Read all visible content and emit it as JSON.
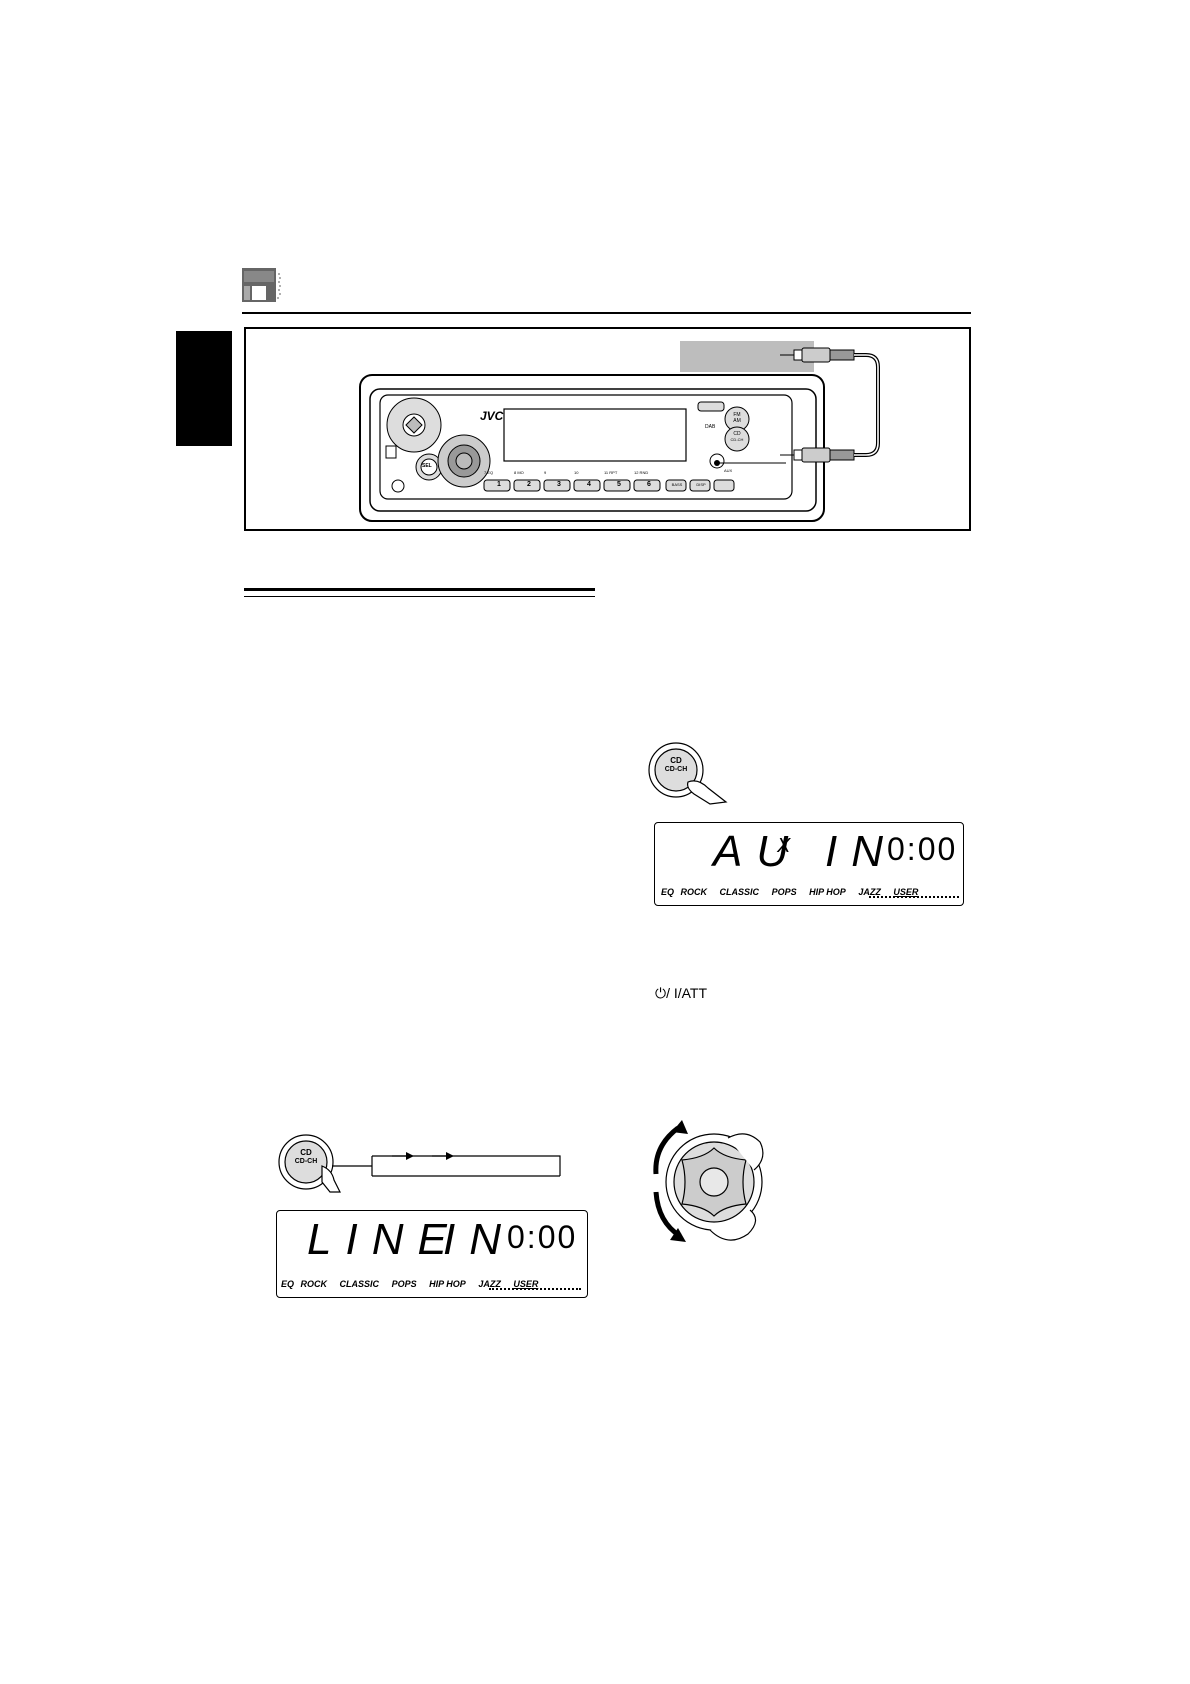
{
  "unit": {
    "brand": "JVC",
    "buttons": {
      "fm_am": "FM\nAM",
      "dab": "DAB",
      "cd": "CD",
      "cd_ch": "CD-CH",
      "sel": "SEL",
      "bass": "BASS",
      "disp": "DISP",
      "aux": "AUX"
    },
    "preset_labels": [
      "7 EQ",
      "8 MO",
      "9",
      "10",
      "11 RPT",
      "12 RND"
    ],
    "preset_numbers": [
      "1",
      "2",
      "3",
      "4",
      "5",
      "6"
    ]
  },
  "displays": {
    "aux": {
      "source": "AU",
      "source_x": "X",
      "input": "IN",
      "counter": "0:00"
    },
    "line": {
      "source": "LINE",
      "input": "IN",
      "counter": "0:00"
    }
  },
  "eq": {
    "badge": "EQ",
    "modes": [
      "ROCK",
      "CLASSIC",
      "POPS",
      "HIP HOP",
      "JAZZ",
      "USER"
    ]
  },
  "power_label": "⏻/ I/ATT"
}
